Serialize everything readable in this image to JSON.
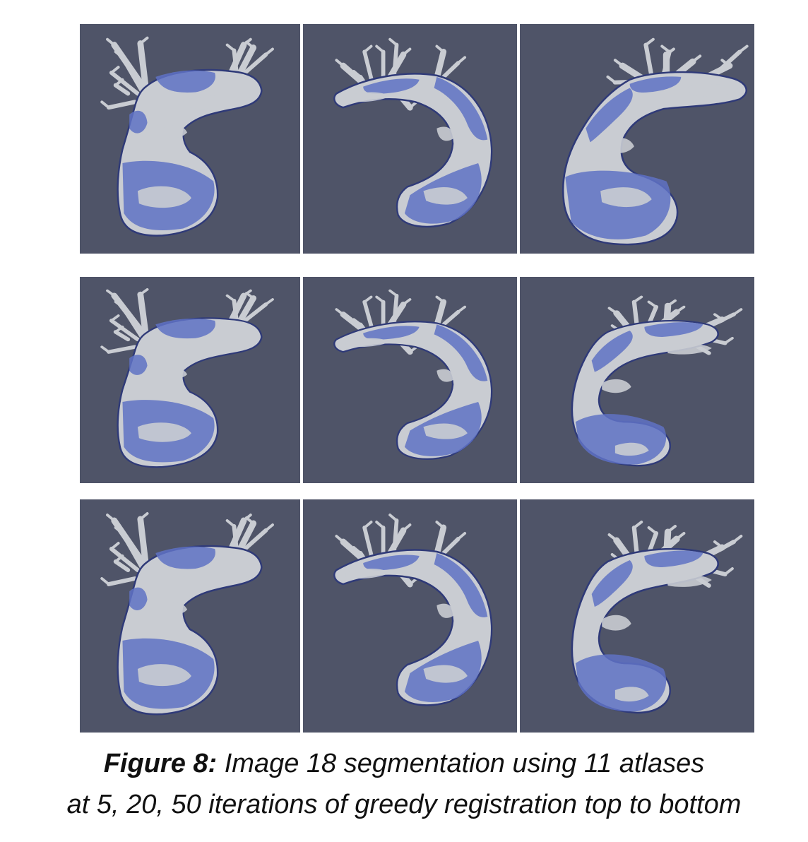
{
  "figure": {
    "rows": [
      {
        "panels": [
          {
            "id": "r1c1",
            "shape": "A"
          },
          {
            "id": "r1c2",
            "shape": "B"
          },
          {
            "id": "r1c3",
            "shape": "C"
          }
        ]
      },
      {
        "panels": [
          {
            "id": "r2c1",
            "shape": "A"
          },
          {
            "id": "r2c2",
            "shape": "B"
          },
          {
            "id": "r2c3",
            "shape": "D"
          }
        ]
      },
      {
        "panels": [
          {
            "id": "r3c1",
            "shape": "A"
          },
          {
            "id": "r3c2",
            "shape": "B"
          },
          {
            "id": "r3c3",
            "shape": "D"
          }
        ]
      }
    ],
    "colors": {
      "background": "#4f5468",
      "overlay_blue": "#5f72c4",
      "surface_gray": "#c9ccd2"
    }
  },
  "caption": {
    "label": "Figure 8:",
    "line1": "Image 18 segmentation using 11 atlases",
    "line2": "at 5, 20, 50 iterations of greedy registration top to bottom"
  }
}
